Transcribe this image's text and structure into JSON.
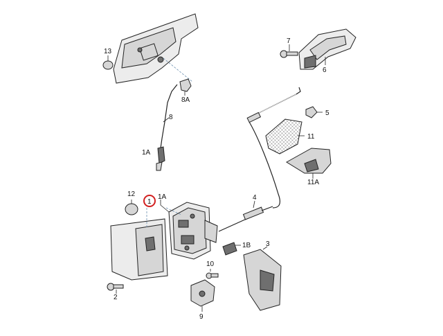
{
  "diagram": {
    "callouts": {
      "c13": "13",
      "c8a": "8A",
      "c8": "8",
      "c1a_top": "1A",
      "c7": "7",
      "c6": "6",
      "c5": "5",
      "c11": "11",
      "c11a": "11A",
      "c12": "12",
      "c1": "1",
      "c1a_mid": "1A",
      "c4": "4",
      "c1b": "1B",
      "c3": "3",
      "c10": "10",
      "c2": "2",
      "c9": "9"
    },
    "colors": {
      "highlight_circle": "#d21f1f",
      "dashed_lines": "#6a8fb0"
    }
  }
}
